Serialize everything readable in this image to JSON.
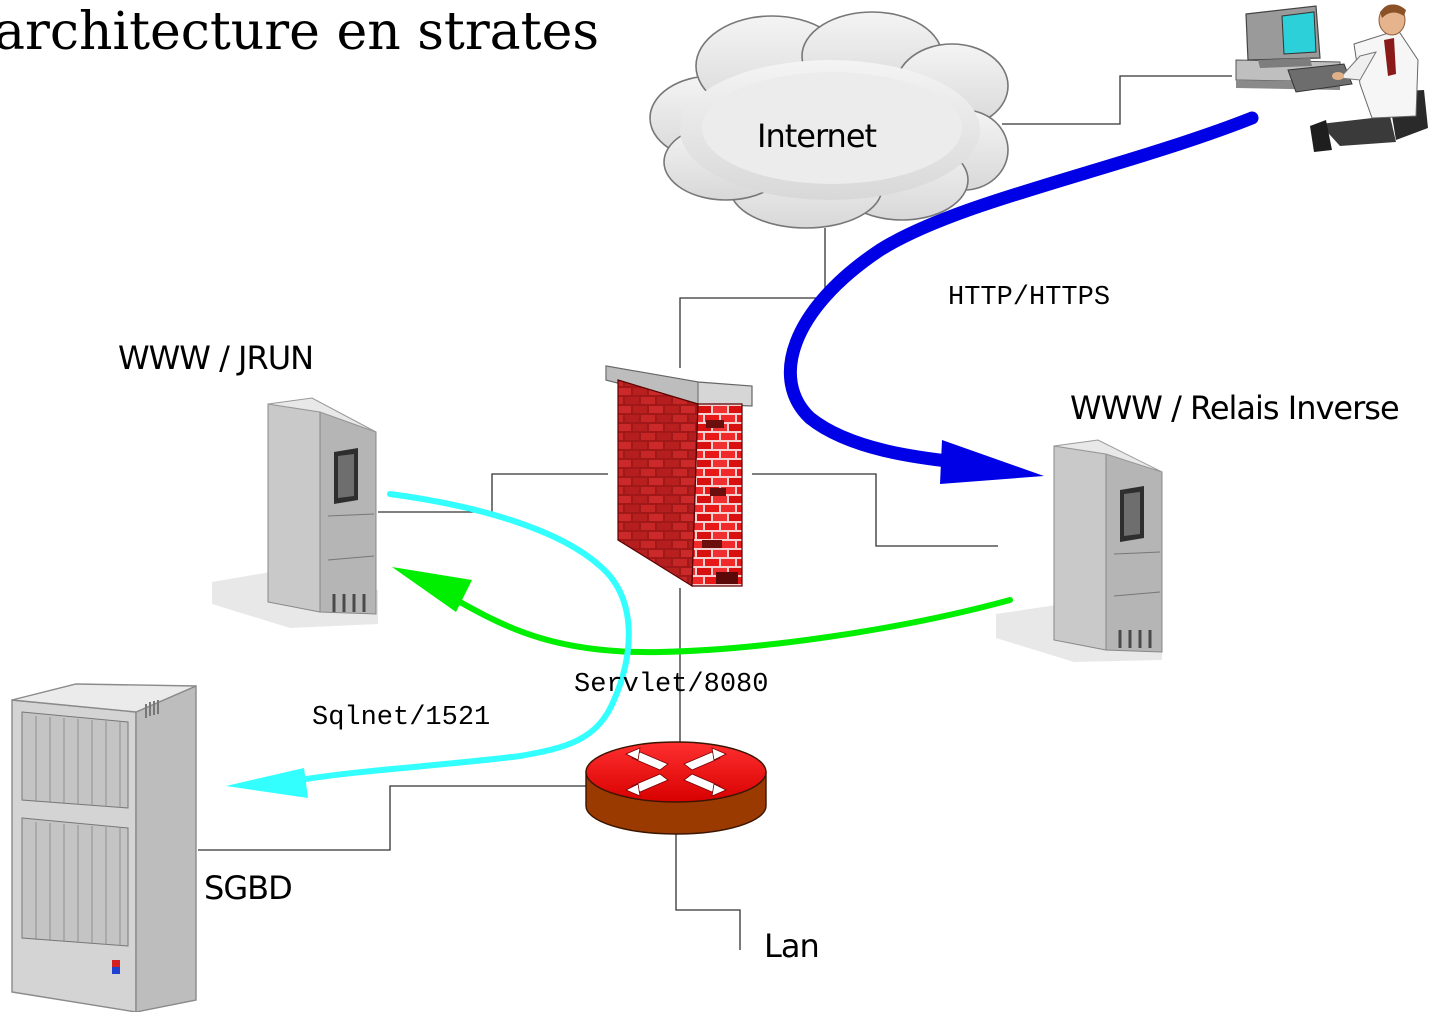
{
  "title": "architecture en strates",
  "nodes": {
    "internet": {
      "label": "Internet",
      "icon": "cloud-icon"
    },
    "client": {
      "label": "",
      "icon": "user-workstation-icon"
    },
    "app_server": {
      "label": "WWW / JRUN",
      "icon": "tower-server-icon"
    },
    "firewall": {
      "label": "",
      "icon": "firewall-icon"
    },
    "reverse_proxy": {
      "label": "WWW / Relais  Inverse",
      "icon": "tower-server-icon"
    },
    "router": {
      "label": "",
      "icon": "router-icon"
    },
    "database": {
      "label": "SGBD",
      "icon": "rack-server-icon"
    },
    "lan": {
      "label": "Lan",
      "icon": ""
    }
  },
  "flows": [
    {
      "label": "HTTP/HTTPS",
      "from": "client",
      "to": "reverse_proxy",
      "color": "#0000e6"
    },
    {
      "label": "Servlet/8080",
      "from": "reverse_proxy",
      "to": "app_server",
      "color": "#00ee00"
    },
    {
      "label": "Sqlnet/1521",
      "from": "app_server",
      "to": "database",
      "color": "#33ffff"
    }
  ],
  "links": [
    {
      "from": "client",
      "to": "internet"
    },
    {
      "from": "internet",
      "to": "firewall"
    },
    {
      "from": "firewall",
      "to": "app_server"
    },
    {
      "from": "firewall",
      "to": "reverse_proxy"
    },
    {
      "from": "firewall",
      "to": "router"
    },
    {
      "from": "router",
      "to": "database"
    },
    {
      "from": "router",
      "to": "lan"
    }
  ]
}
